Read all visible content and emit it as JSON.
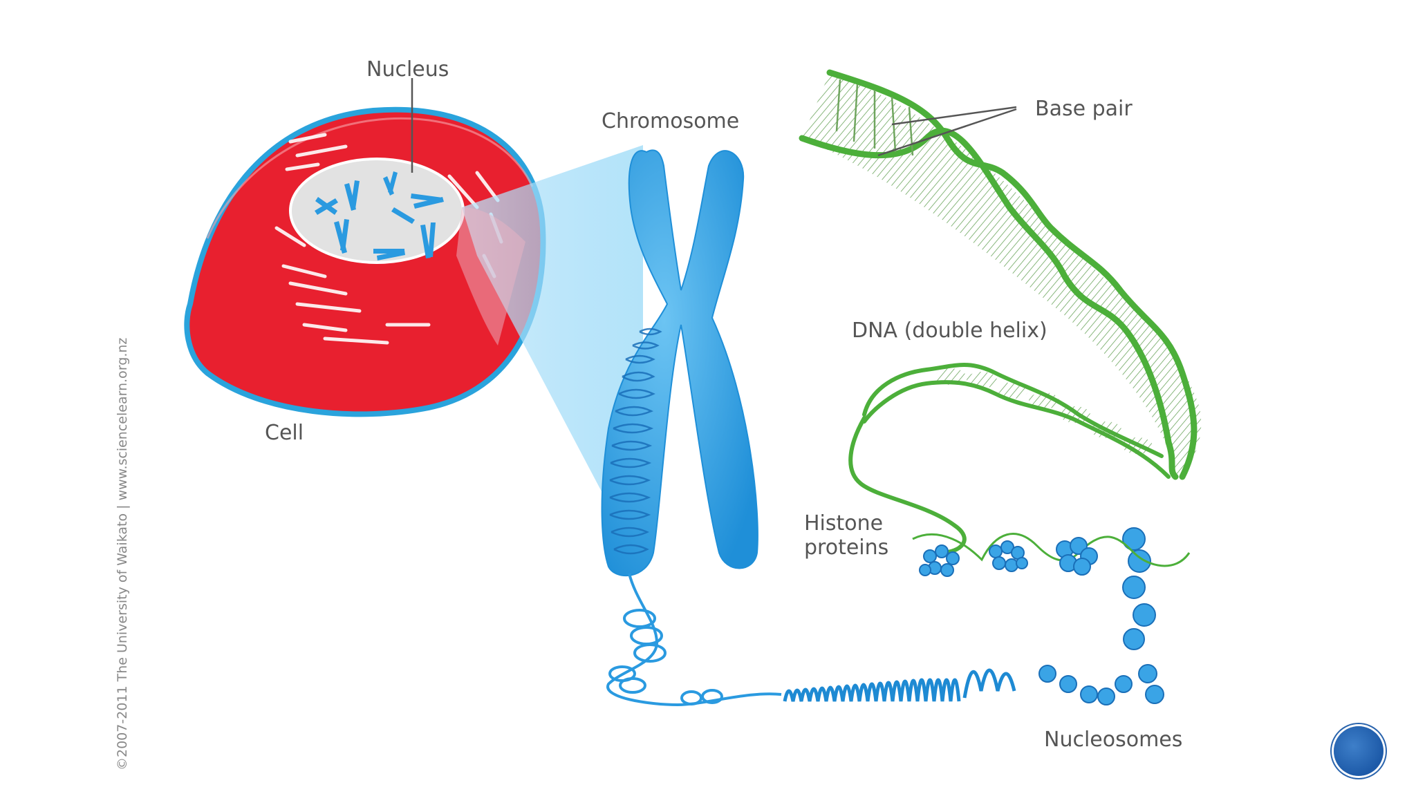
{
  "labels": {
    "nucleus": "Nucleus",
    "chromosome": "Chromosome",
    "base_pair": "Base pair",
    "dna": "DNA (double helix)",
    "cell": "Cell",
    "histone_line1": "Histone",
    "histone_line2": "proteins",
    "nucleosomes": "Nucleosomes"
  },
  "credit": "©2007-2011 The University of Waikato | www.sciencelearn.org.nz",
  "colors": {
    "cell_red": "#e8202f",
    "cell_outline": "#2aa3dc",
    "chromosome_blue": "#2a9ae0",
    "dna_green": "#4caf3a",
    "nav_blue": "#1d5aa8"
  }
}
